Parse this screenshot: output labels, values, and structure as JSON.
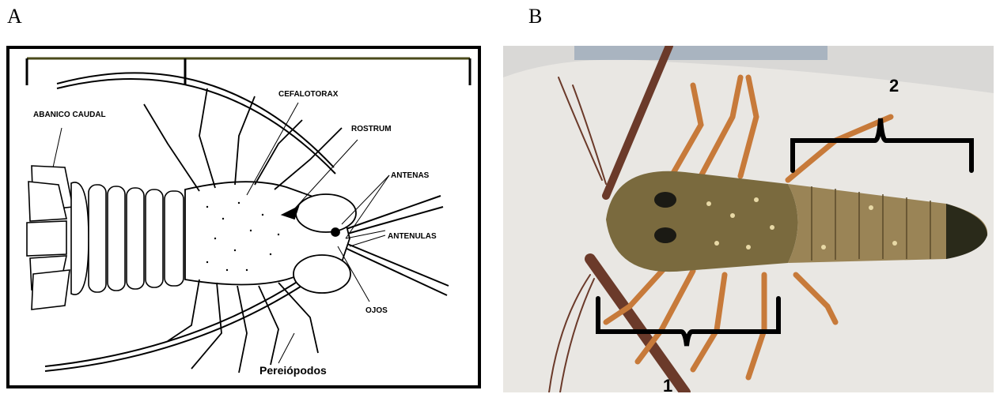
{
  "figure": {
    "panel_a_letter": "A",
    "panel_b_letter": "B"
  },
  "diagram": {
    "labels": {
      "abanico_caudal": "ABANICO CAUDAL",
      "cefalotorax": "CEFALOTORAX",
      "rostrum": "ROSTRUM",
      "antenas": "ANTENAS",
      "antenulas": "ANTENULAS",
      "ojos": "OJOS",
      "pereiopodos": "Pereiópodos"
    }
  },
  "photo": {
    "bracket_1_label": "1",
    "bracket_2_label": "2"
  },
  "colors": {
    "ink": "#000000",
    "photo_bg": "#e9e7e3",
    "lobster_body": "#7a6a3e",
    "lobster_tail": "#9a8456",
    "leg": "#c77a3a",
    "antenna": "#6b3a2a"
  }
}
